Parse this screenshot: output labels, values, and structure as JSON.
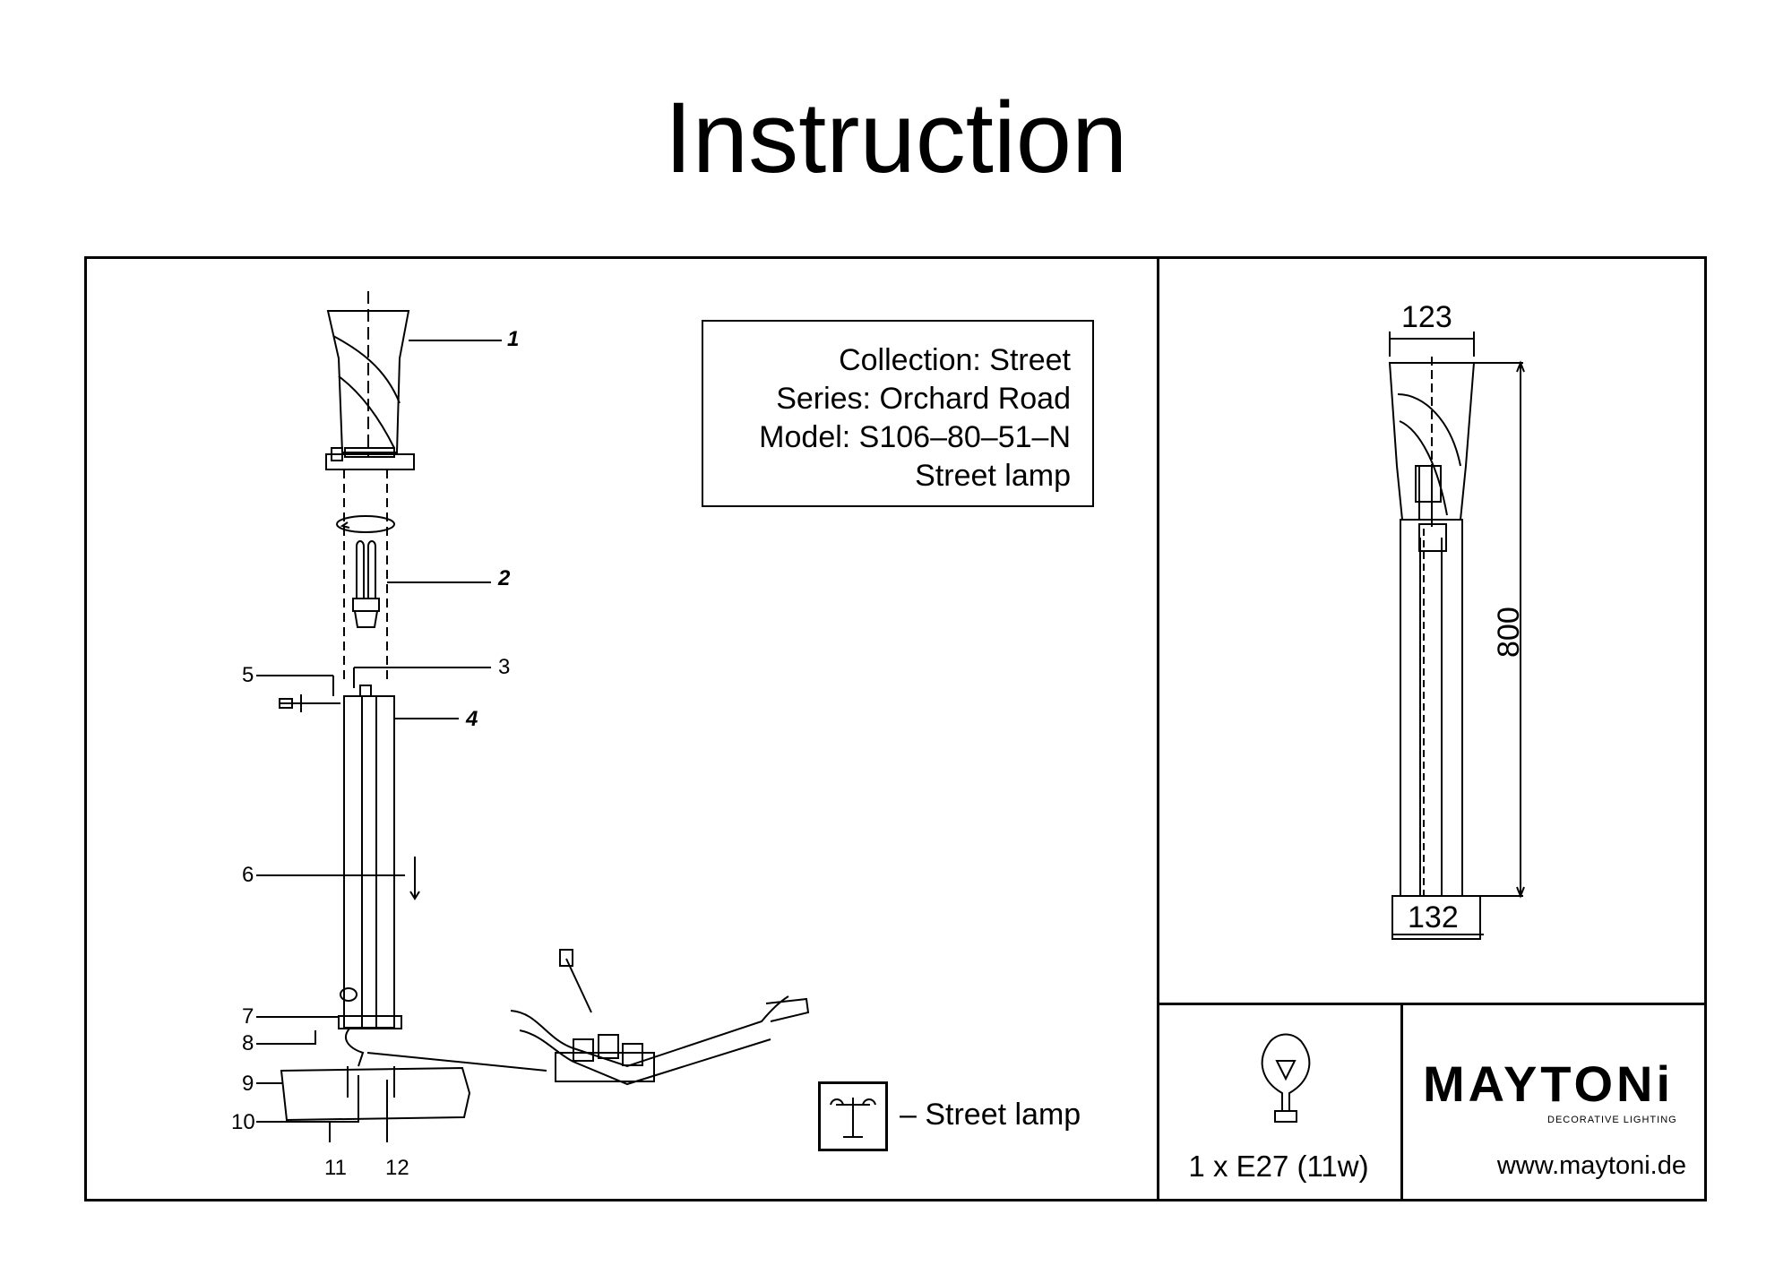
{
  "title": "Instruction",
  "info": {
    "collection": "Collection: Street",
    "series": "Series: Orchard Road",
    "model": "Model: S106–80–51–N",
    "type": "Street lamp"
  },
  "callouts": [
    "1",
    "2",
    "3",
    "4",
    "5",
    "6",
    "7",
    "8",
    "9",
    "10",
    "11",
    "12"
  ],
  "legend": {
    "icon": "street-lamp-icon",
    "text": "– Street lamp"
  },
  "dimensions": {
    "top_width": "123",
    "height": "800",
    "base_width": "132"
  },
  "bulb": {
    "icon": "light-bulb-icon",
    "spec": "1 x E27 (11w)"
  },
  "brand": {
    "name": "MAYTONi",
    "tagline": "DECORATIVE LIGHTING",
    "website": "www.maytoni.de"
  }
}
